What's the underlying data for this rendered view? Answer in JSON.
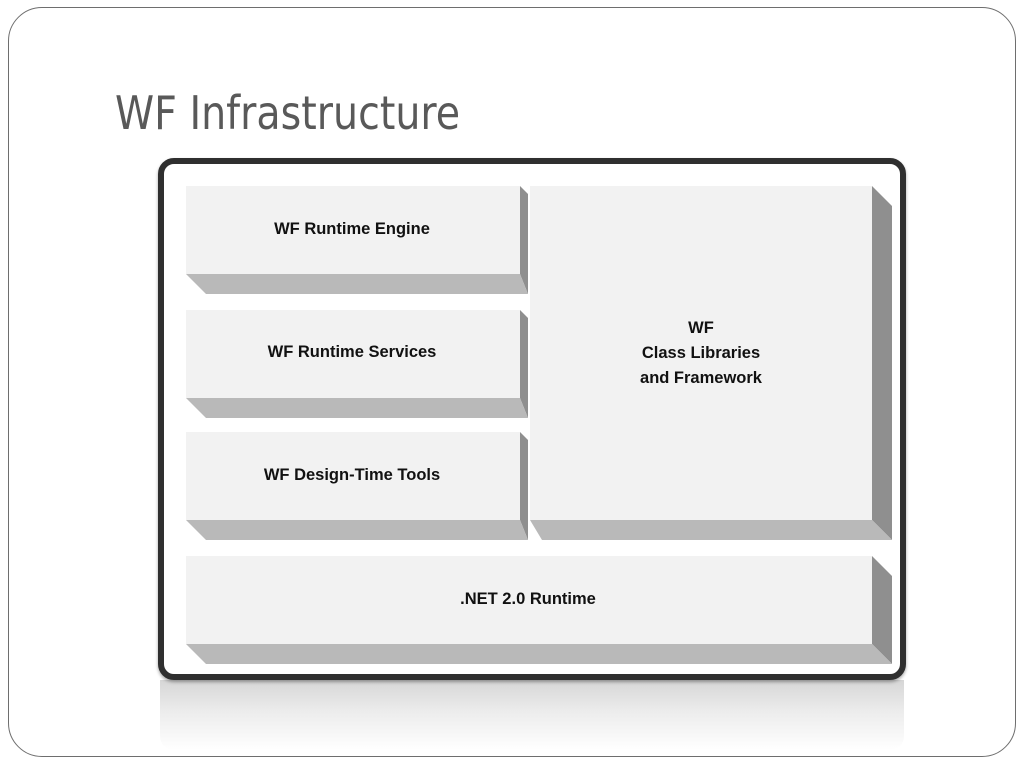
{
  "slide": {
    "title": "WF Infrastructure"
  },
  "diagram": {
    "blocks": {
      "runtime_engine": "WF Runtime Engine",
      "runtime_services": "WF Runtime Services",
      "design_time_tools": "WF Design-Time Tools",
      "class_libraries": [
        "WF",
        "Class Libraries",
        "and Framework"
      ],
      "net_runtime": ".NET 2.0 Runtime"
    },
    "colors": {
      "face": "#f2f2f2",
      "side": "#8f8f8f",
      "bottom": "#b9b9b9",
      "frame": "#2f2f2f"
    }
  }
}
